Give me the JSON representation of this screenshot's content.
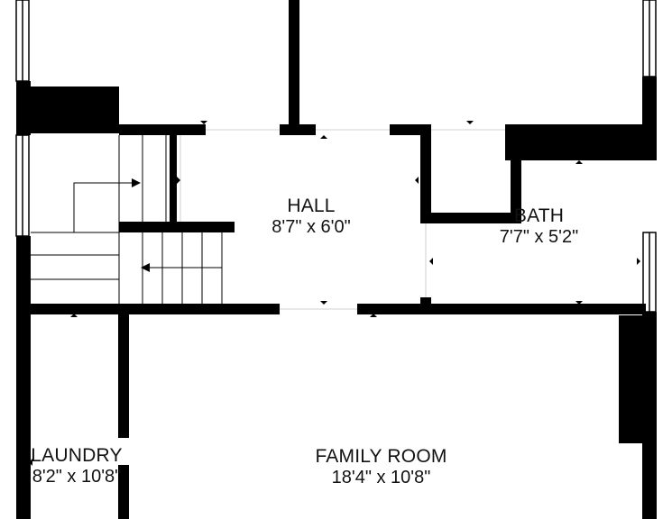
{
  "colors": {
    "wall": "#000000",
    "floor": "#ffffff",
    "opening_line": "#d9d9d9",
    "text": "#111111"
  },
  "rooms": {
    "hall": {
      "name": "HALL",
      "dimensions": "8'7\" x 6'0\""
    },
    "bath": {
      "name": "BATH",
      "dimensions": "7'7\" x 5'2\""
    },
    "laundry": {
      "name": "LAUNDRY",
      "dimensions": "8'2\" x 10'8\""
    },
    "family_room": {
      "name": "FAMILY ROOM",
      "dimensions": "18'4\" x 10'8\""
    }
  }
}
